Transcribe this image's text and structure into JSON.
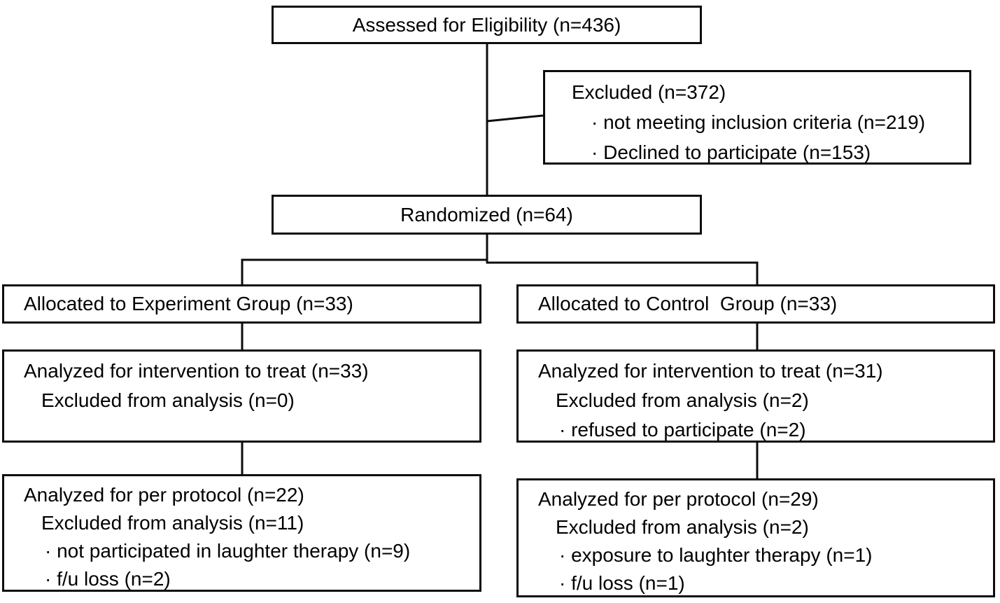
{
  "figure": {
    "type": "participant-flow-diagram",
    "colors": {
      "background": "#ffffff",
      "line": "#0d0d0d",
      "text": "#000000"
    },
    "boxes": {
      "assessed": {
        "lines": [
          "Assessed for Eligibility (n=436)"
        ]
      },
      "excluded": {
        "lines": [
          "Excluded (n=372)",
          "· not meeting inclusion criteria (n=219)",
          "· Declined to participate (n=153)"
        ]
      },
      "randomized": {
        "lines": [
          "Randomized (n=64)"
        ]
      },
      "allocated_experiment": {
        "lines": [
          "Allocated to Experiment Group (n=33)"
        ]
      },
      "allocated_control": {
        "lines": [
          "Allocated to Control  Group (n=33)"
        ]
      },
      "analyzed_itt_experiment": {
        "lines": [
          "Analyzed for intervention to treat (n=33)",
          "Excluded from analysis (n=0)"
        ]
      },
      "analyzed_itt_control": {
        "lines": [
          "Analyzed for intervention to treat (n=31)",
          "Excluded from analysis (n=2)",
          "· refused to participate (n=2)"
        ]
      },
      "analyzed_pp_experiment": {
        "lines": [
          "Analyzed for per protocol (n=22)",
          "Excluded from analysis (n=11)",
          "· not participated in laughter therapy (n=9)",
          "· f/u loss (n=2)"
        ]
      },
      "analyzed_pp_control": {
        "lines": [
          "Analyzed for per protocol (n=29)",
          "Excluded from analysis (n=2)",
          "· exposure to laughter therapy (n=1)",
          "· f/u loss (n=1)"
        ]
      }
    }
  }
}
